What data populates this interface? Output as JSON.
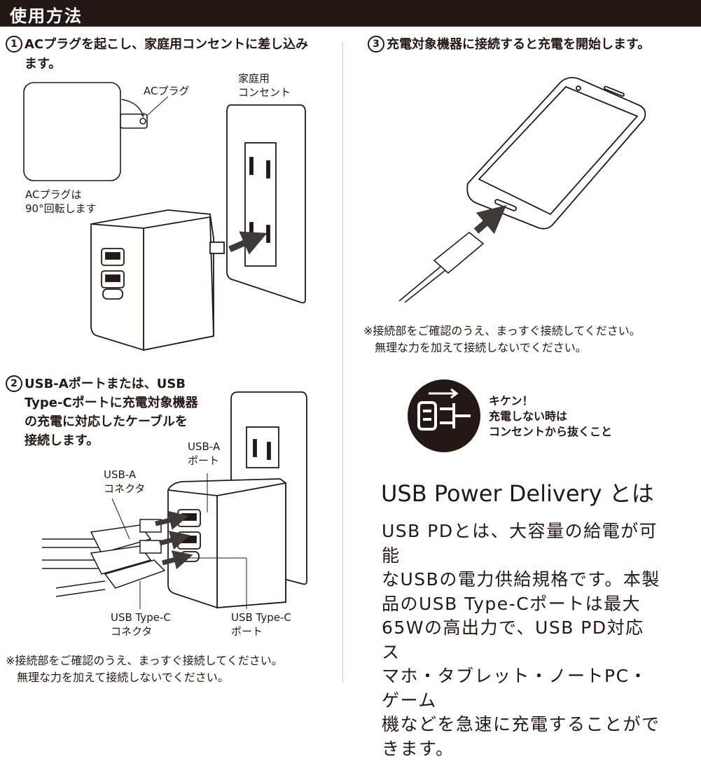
{
  "header": {
    "title": "使用方法"
  },
  "step1": {
    "number": "1",
    "text_line1": "ACプラグを起こし、家庭用コンセントに差し込み",
    "text_line2": "ます。"
  },
  "labels1": {
    "ac_plug": "ACプラグ",
    "outlet_line1": "家庭用",
    "outlet_line2": "コンセント",
    "rotate_line1": "ACプラグは",
    "rotate_line2": "90°回転します"
  },
  "step2": {
    "number": "2",
    "line1": "USB-Aポートまたは、USB",
    "line2": "Type-Cポートに充電対象機器",
    "line3": "の充電に対応したケーブルを",
    "line4": "接続します。"
  },
  "labels2": {
    "usba_port_line1": "USB-A",
    "usba_port_line2": "ポート",
    "usba_conn_line1": "USB-A",
    "usba_conn_line2": "コネクタ",
    "usbc_conn_line1": "USB Type-C",
    "usbc_conn_line2": "コネクタ",
    "usbc_port_line1": "USB Type-C",
    "usbc_port_line2": "ポート"
  },
  "note_left": {
    "line1": "※接続部をご確認のうえ、まっすぐ接続してください。",
    "line2": "無理な力を加えて接続しないでください。"
  },
  "step3": {
    "number": "3",
    "text": "充電対象機器に接続すると充電を開始します。"
  },
  "note_right": {
    "line1": "※接続部をご確認のうえ、まっすぐ接続してください。",
    "line2": "無理な力を加えて接続しないでください。"
  },
  "warning": {
    "line1": "キケン！",
    "line2": "充電しない時は",
    "line3": "コンセントから抜くこと",
    "icon": "unplug-warning-icon"
  },
  "pd": {
    "title": "USB Power Delivery とは",
    "line1": "USB PDとは、大容量の給電が可能",
    "line2": "なUSBの電力供給規格です。本製",
    "line3": "品のUSB Type-Cポートは最大",
    "line4": "65Wの高出力で、USB PD対応ス",
    "line5": "マホ・タブレット・ノートPC・ゲーム",
    "line6": "機などを急速に充電することがで",
    "line7": "きます。"
  },
  "colors": {
    "ink": "#231815",
    "line": "#c9c9c9",
    "arrow": "#3e3a39"
  }
}
